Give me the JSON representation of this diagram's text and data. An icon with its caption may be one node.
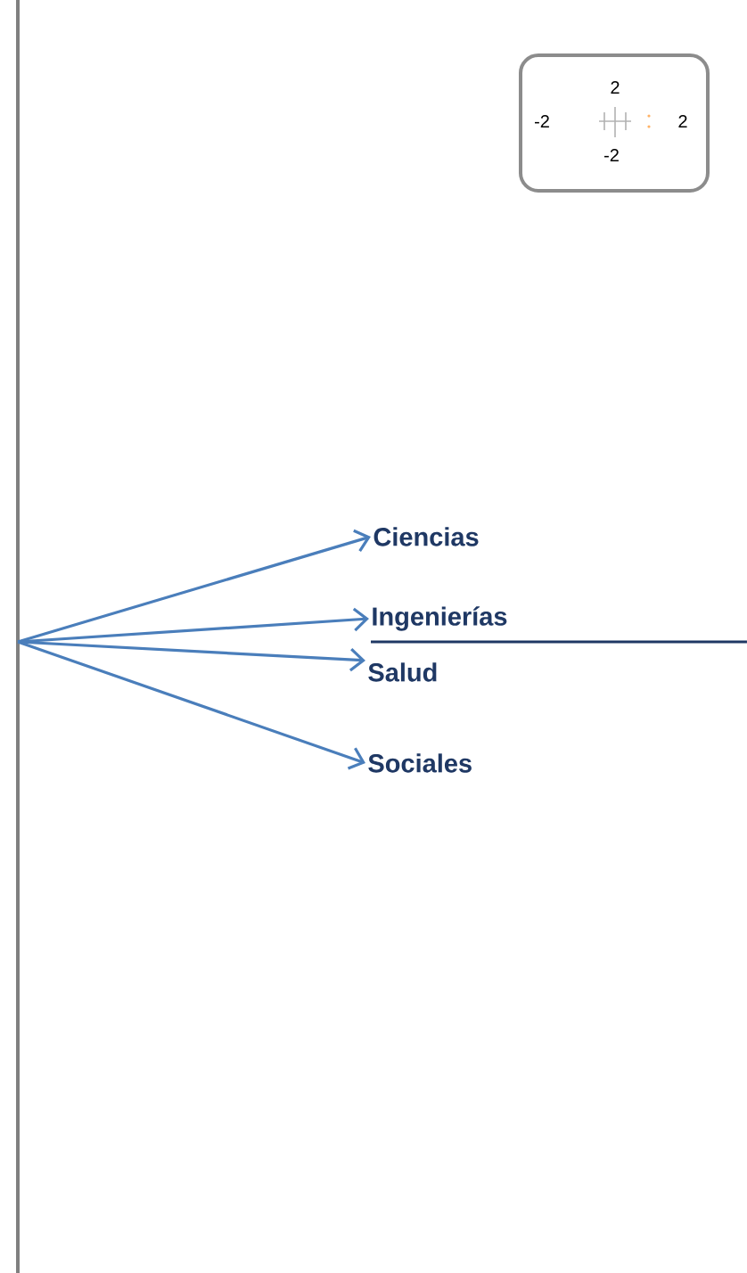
{
  "diagram": {
    "nodes": [
      {
        "text": [
          "2",
          "-2",
          "2",
          "-2"
        ]
      },
      {
        "text": [
          "Ciencias"
        ]
      },
      {
        "text": [
          "Ingenierías"
        ]
      },
      {
        "text": [
          "Salud"
        ]
      },
      {
        "text": [
          "Sociales"
        ]
      }
    ],
    "edges": [
      {
        "from": null,
        "to": 1,
        "arrow": "to"
      },
      {
        "from": null,
        "to": 2,
        "arrow": "to"
      },
      {
        "from": null,
        "to": 3,
        "arrow": "to"
      },
      {
        "from": null,
        "to": 4,
        "arrow": "to"
      }
    ]
  }
}
